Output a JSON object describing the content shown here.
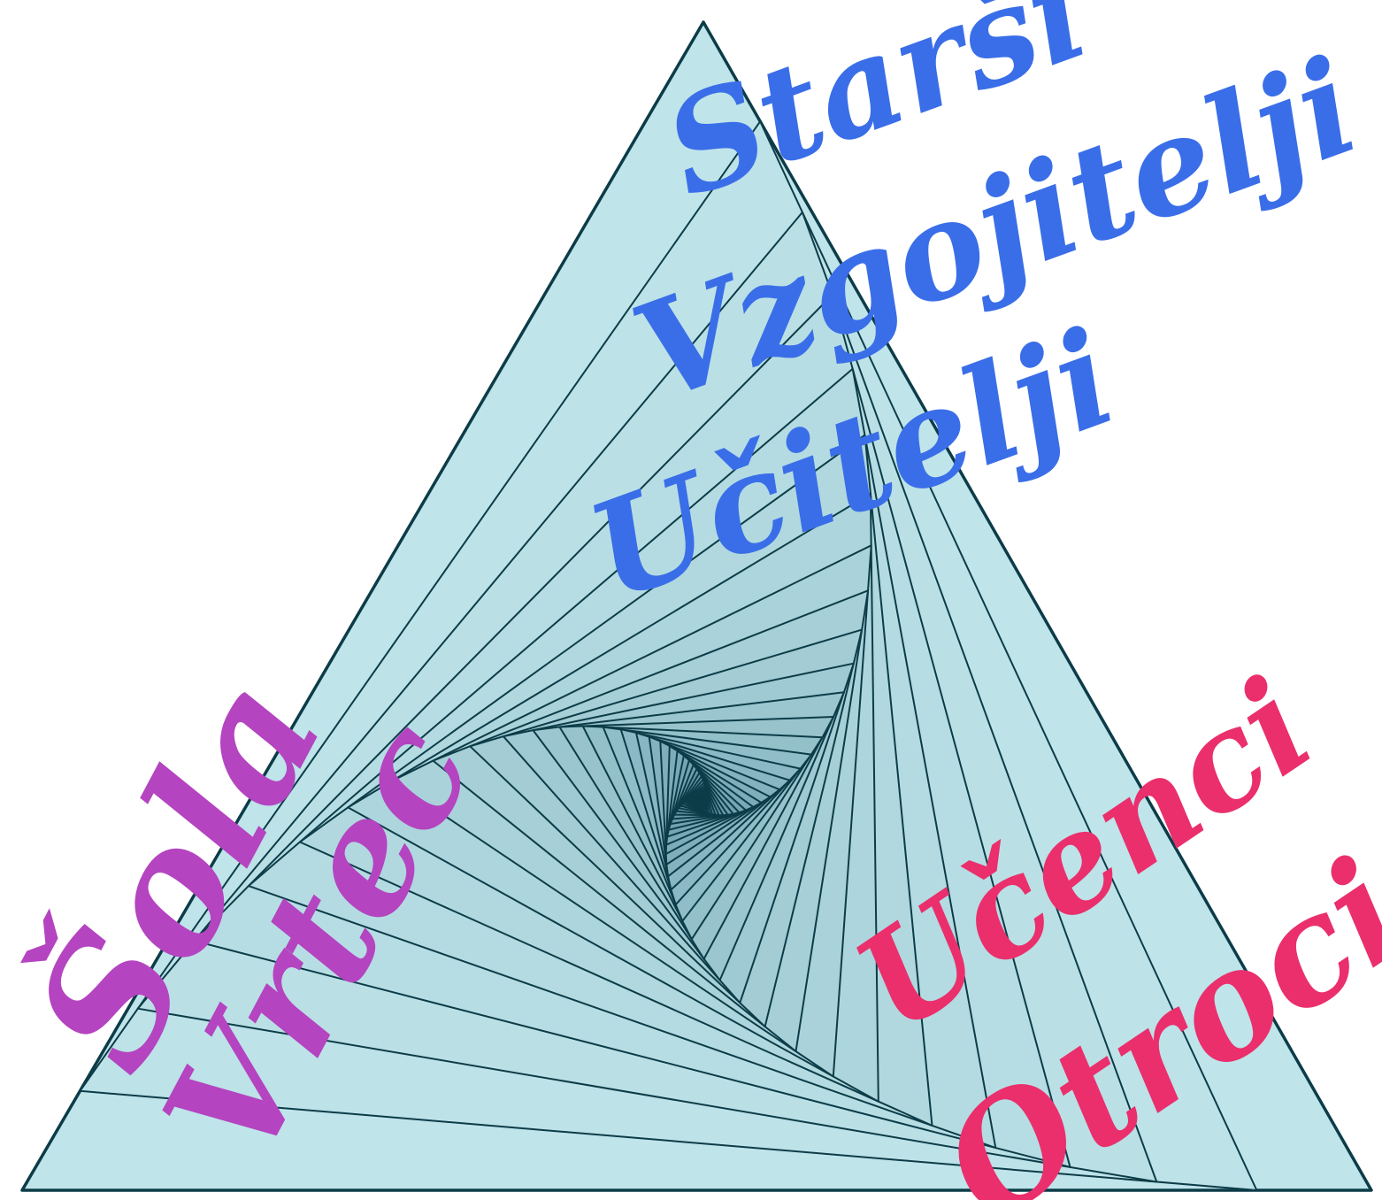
{
  "diagram": {
    "labels": {
      "starsi": "Starši",
      "vzgojitelji": "Vzgojitelji",
      "ucitelji": "Učitelji",
      "sola": "Šola",
      "vrtec": "Vrtec",
      "ucenci": "Učenci",
      "otroci": "Otroci"
    },
    "colors": {
      "top_labels": "#3a6ee8",
      "left_labels": "#b444c0",
      "right_labels": "#ea2f6c",
      "triangle_outline": "#0c3c48",
      "fill_light": "#bfe4ea",
      "fill_dark": "#0b4d66"
    }
  }
}
